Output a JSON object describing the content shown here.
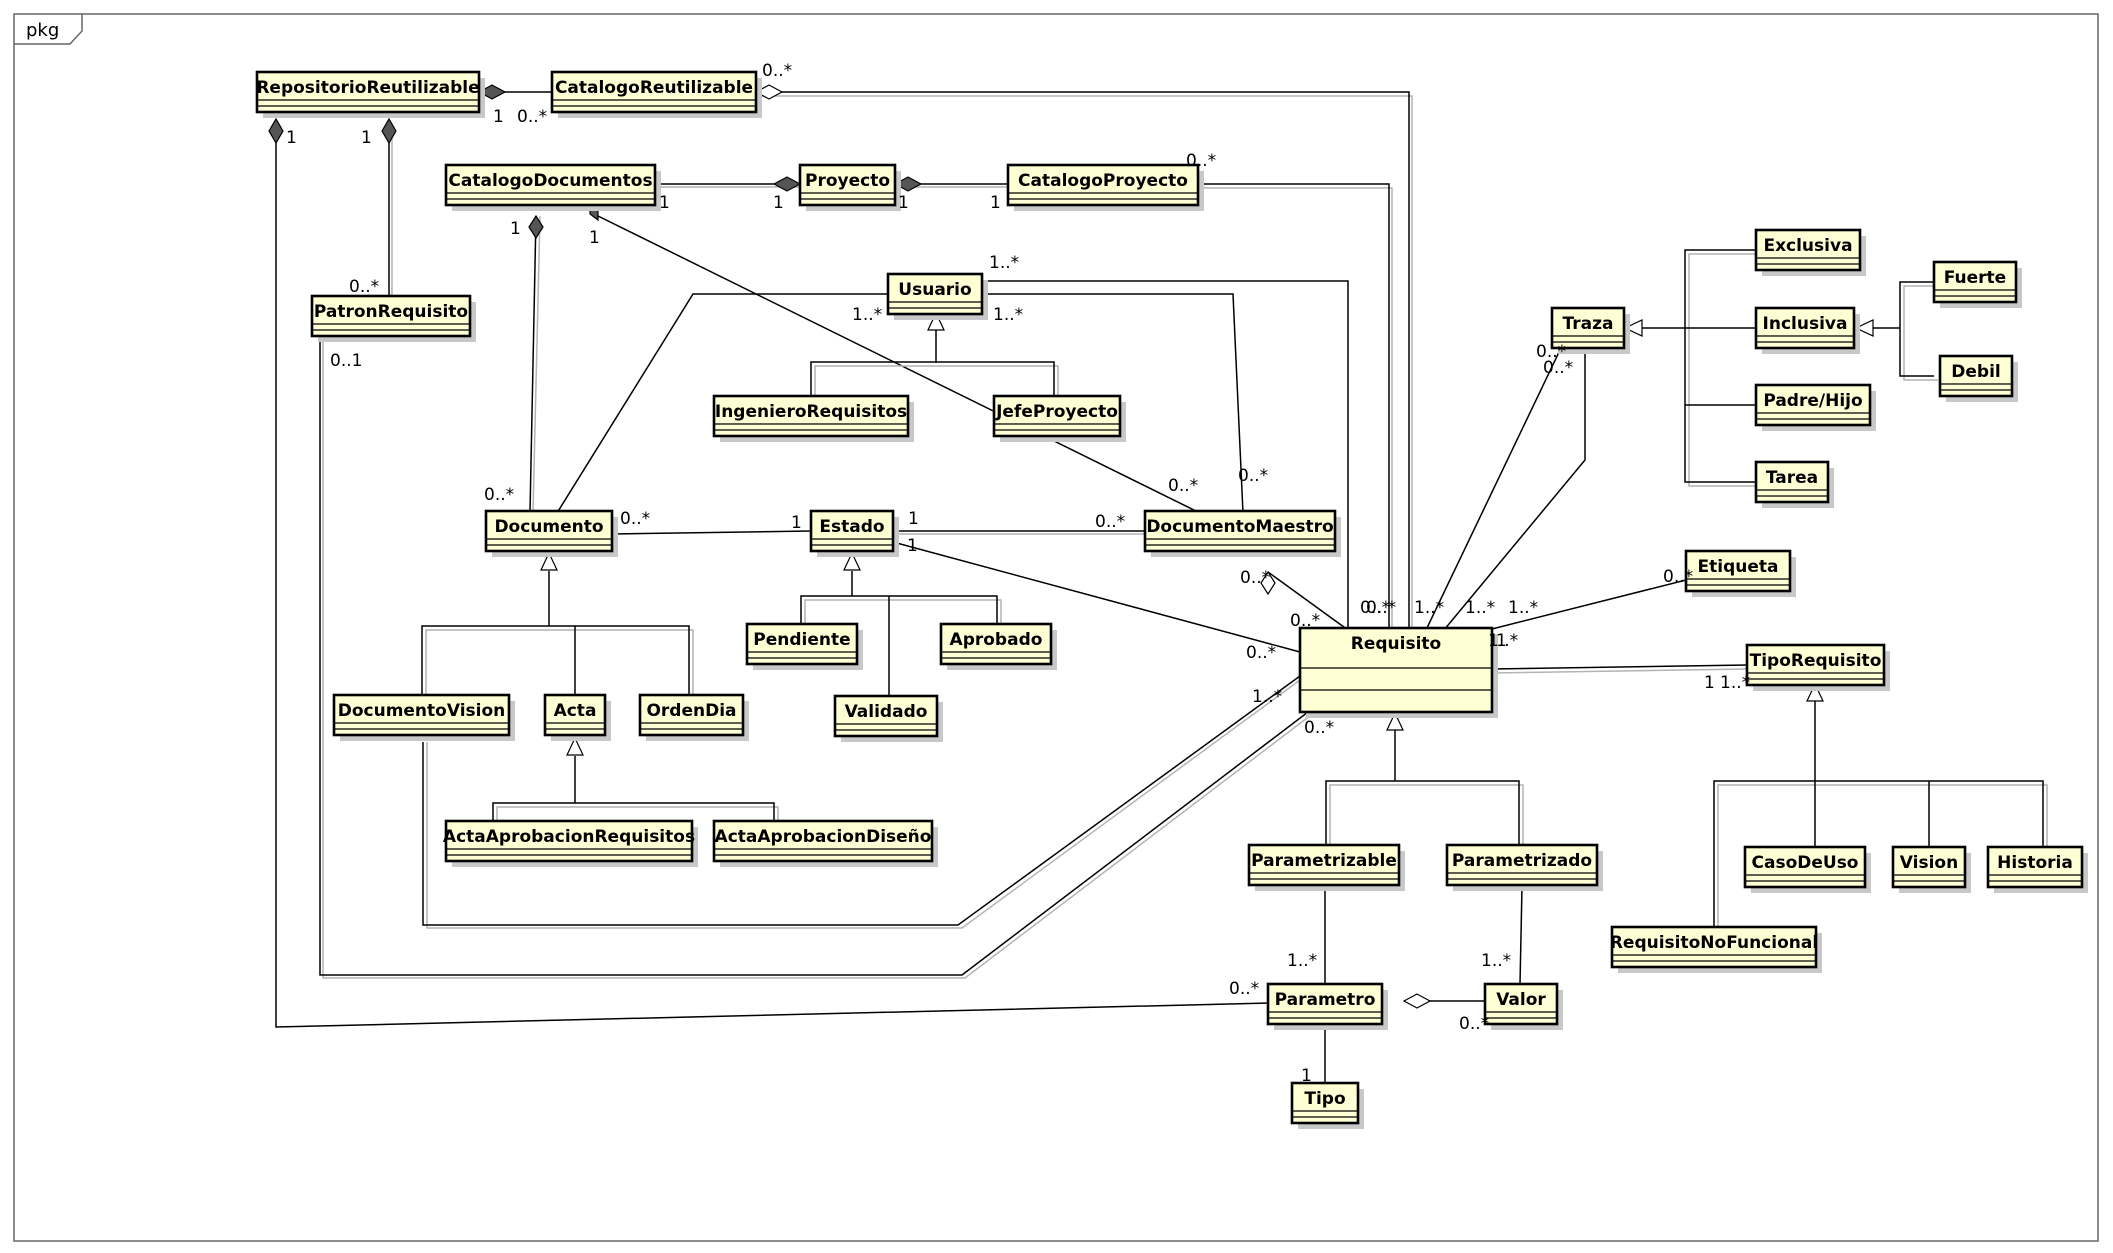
{
  "package": {
    "label": "pkg"
  },
  "classes": {
    "RepositorioReutilizable": "RepositorioReutilizable",
    "CatalogoReutilizable": "CatalogoReutilizable",
    "CatalogoDocumentos": "CatalogoDocumentos",
    "Proyecto": "Proyecto",
    "CatalogoProyecto": "CatalogoProyecto",
    "PatronRequisito": "PatronRequisito",
    "Usuario": "Usuario",
    "IngenieroRequisitos": "IngenieroRequisitos",
    "JefeProyecto": "JefeProyecto",
    "Documento": "Documento",
    "Estado": "Estado",
    "DocumentoMaestro": "DocumentoMaestro",
    "Pendiente": "Pendiente",
    "Aprobado": "Aprobado",
    "Validado": "Validado",
    "DocumentoVision": "DocumentoVision",
    "Acta": "Acta",
    "OrdenDia": "OrdenDia",
    "ActaAprobacionRequisitos": "ActaAprobacionRequisitos",
    "ActaAprobacionDiseno": "ActaAprobacionDiseño",
    "Requisito": "Requisito",
    "Traza": "Traza",
    "Exclusiva": "Exclusiva",
    "Inclusiva": "Inclusiva",
    "PadreHijo": "Padre/Hijo",
    "Tarea": "Tarea",
    "Fuerte": "Fuerte",
    "Debil": "Debil",
    "Etiqueta": "Etiqueta",
    "TipoRequisito": "TipoRequisito",
    "Parametrizable": "Parametrizable",
    "Parametrizado": "Parametrizado",
    "CasoDeUso": "CasoDeUso",
    "Vision": "Vision",
    "Historia": "Historia",
    "RequisitoNoFuncional": "RequisitoNoFuncional",
    "Parametro": "Parametro",
    "Valor": "Valor",
    "Tipo": "Tipo"
  },
  "multiplicities": [
    "0..*",
    "1",
    "0..*",
    "1",
    "1",
    "1",
    "1",
    "1",
    "1",
    "0..*",
    "1",
    "1",
    "0..*",
    "0..1",
    "1..*",
    "1..*",
    "1..*",
    "0..*",
    "0..*",
    "0..*",
    "1",
    "1",
    "1",
    "0..*",
    "0..*",
    "0..*",
    "0..*",
    "0..*",
    "1..*",
    "0..*",
    "1..*",
    "0..*",
    "0..*",
    "0..*",
    "1..*",
    "0..*",
    "1..*",
    "1",
    "1..*",
    "1..*",
    "0..*",
    "1",
    "1..*",
    "1",
    "0..*",
    "1..*",
    "0..*"
  ]
}
